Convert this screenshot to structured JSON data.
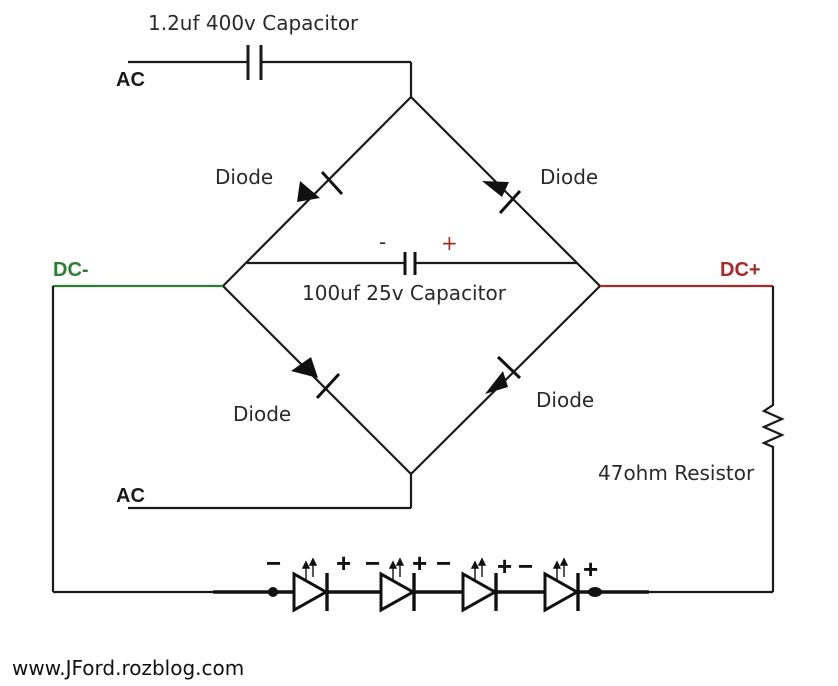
{
  "labels": {
    "top_capacitor": "1.2uf 400v Capacitor",
    "ac_top": "AC",
    "ac_bottom": "AC",
    "dc_minus": "DC-",
    "dc_plus": "DC+",
    "diode_top_left": "Diode",
    "diode_top_right": "Diode",
    "diode_bottom_left": "Diode",
    "diode_bottom_right": "Diode",
    "mid_capacitor": "100uf 25v Capacitor",
    "mid_capacitor_minus": "-",
    "mid_capacitor_plus": "+",
    "resistor": "47ohm Resistor",
    "watermark": "www.JFord.rozblog.com"
  },
  "led_string": {
    "signs": [
      "−",
      "+",
      "−",
      "+",
      "−",
      "+",
      "−",
      "+"
    ]
  },
  "colors": {
    "dc_minus": "#2e7d32",
    "dc_plus": "#a52a2a",
    "wire": "#1a1a1a",
    "cap_plus": "#a52a2a"
  }
}
